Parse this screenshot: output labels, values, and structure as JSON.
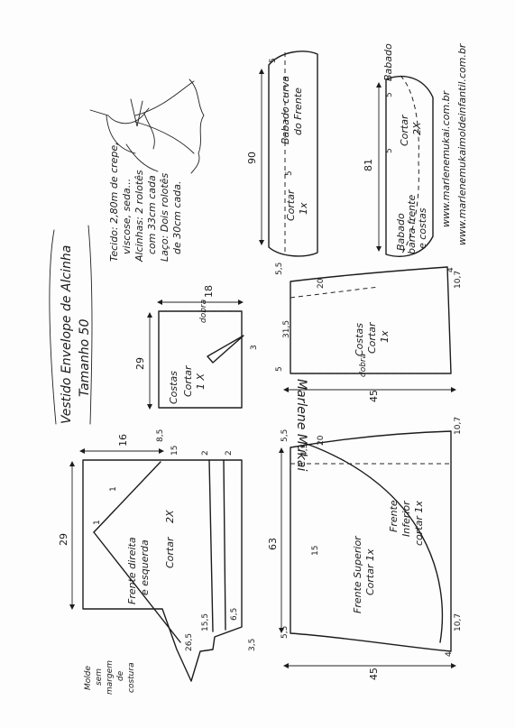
{
  "title": {
    "line1": "Vestido Envelope de Alcinha",
    "line2": "Tamanho 50"
  },
  "fabric": {
    "tecido": "Tecido: 2,80m de crepe,",
    "tecido2": "viscose, seda...",
    "alcinhas": "Alcinhas: 2 rolotês",
    "alcinhas2": "com 33cm cada",
    "laco": "Laço: Dois rolotês",
    "laco2": "de 30cm cada."
  },
  "signature": "Marlene Mukai",
  "website": {
    "line1": "www.marlenemukai.com.br",
    "line2": "www.marlenemukaimoldeinfantil.com.br"
  },
  "note": {
    "line1": "Molde",
    "line2": "sem",
    "line3": "margem",
    "line4": "de",
    "line5": "costura"
  },
  "pieces": {
    "babado_frente": {
      "label1": "Babado curva",
      "label2": "do Frente",
      "cut1": "Cortar",
      "cut2": "1x",
      "dim_len": "90",
      "dim_w": "5",
      "dim_top": "5"
    },
    "babado_barra": {
      "label1": "Babado",
      "label2": "barra frente",
      "label3": "e costas",
      "cut1": "Cortar",
      "cut2": "2X",
      "dim_len": "81",
      "dim_w": "5",
      "dim_top": "5"
    },
    "costas_top": {
      "label1": "Costas",
      "label2": "Cortar",
      "label3": "1 X",
      "fold": "dobra",
      "dim_h": "29",
      "dim_w": "18",
      "dim_dart": "3"
    },
    "costas_skirt": {
      "label1": "Costas",
      "label2": "Cortar",
      "label3": "1x",
      "fold": "dobra",
      "dim_w": "45",
      "dim_h": "31,5",
      "dim_top": "20",
      "dim_side": "4",
      "dim_hem": "10,7",
      "dim_c": "5,5",
      "dim_b": "5"
    },
    "frente_top": {
      "label1": "Frente direita",
      "label2": "e esquerda",
      "label3": "Cortar",
      "label4": "2X",
      "dim_h": "29",
      "dim_w": "16",
      "dim_a": "8,5",
      "dim_b": "15",
      "dim_c": "2",
      "dim_d": "2",
      "dim_e": "26,5",
      "dim_f": "15,5",
      "dim_g": "6,5",
      "dim_h2": "3,5",
      "dim_i": "1",
      "dim_j": "1"
    },
    "frente_skirt": {
      "label1": "Frente",
      "label2": "Inferior",
      "label3": "cortar 1x",
      "label4": "Frente Superior",
      "label5": "Cortar 1x",
      "dim_h": "63",
      "dim_w": "45",
      "dim_top": "20",
      "dim_a": "4,5",
      "dim_b": "15",
      "dim_c": "5,5",
      "dim_d": "5,5",
      "dim_e": "10,7",
      "dim_f": "10,7",
      "dim_g": "4"
    }
  }
}
